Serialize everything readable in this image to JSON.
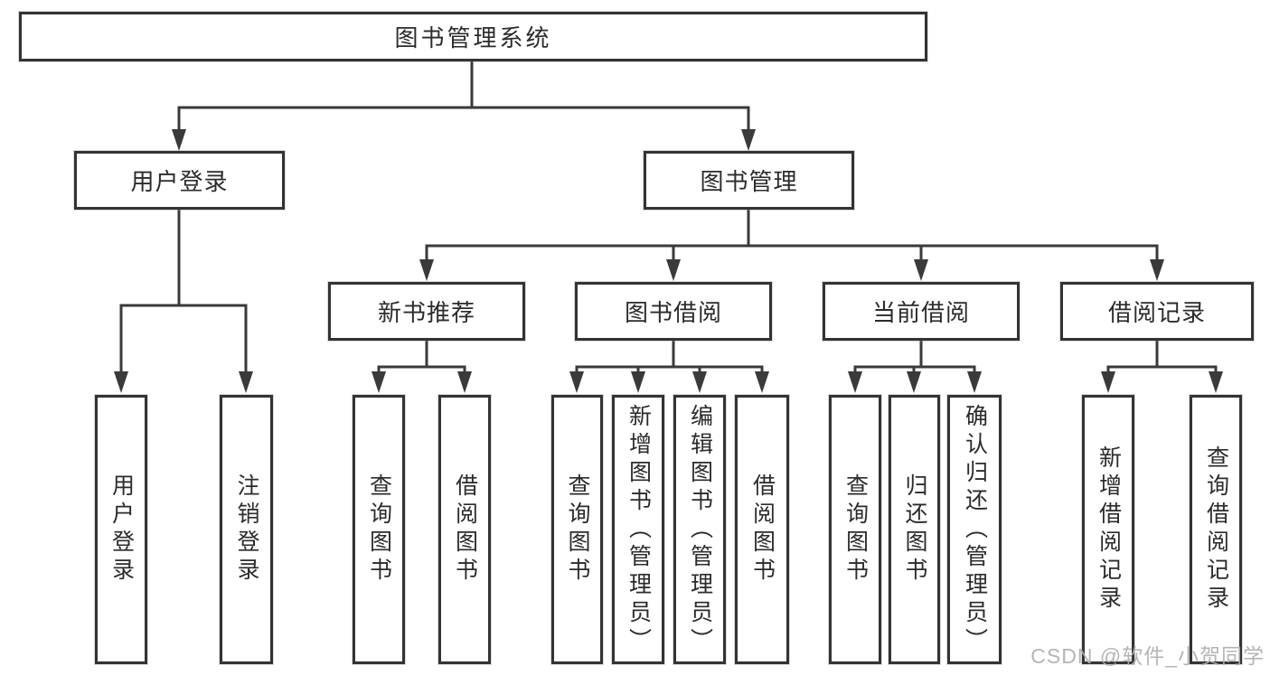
{
  "diagram": {
    "root": {
      "label": "图书管理系统"
    },
    "level2": [
      {
        "label": "用户登录"
      },
      {
        "label": "图书管理"
      }
    ],
    "level3": [
      {
        "label": "新书推荐"
      },
      {
        "label": "图书借阅"
      },
      {
        "label": "当前借阅"
      },
      {
        "label": "借阅记录"
      }
    ],
    "level4": {
      "user_login": [
        {
          "label": "用户登录"
        },
        {
          "label": "注销登录"
        }
      ],
      "new_books": [
        {
          "label": "查询图书"
        },
        {
          "label": "借阅图书"
        }
      ],
      "book_borrow": [
        {
          "label": "查询图书"
        },
        {
          "label": "新增图书（管理员）"
        },
        {
          "label": "编辑图书（管理员）"
        },
        {
          "label": "借阅图书"
        }
      ],
      "current_borrow": [
        {
          "label": "查询图书"
        },
        {
          "label": "归还图书"
        },
        {
          "label": "确认归还（管理员）"
        }
      ],
      "borrow_records": [
        {
          "label": "新增借阅记录"
        },
        {
          "label": "查询借阅记录"
        }
      ]
    }
  },
  "watermark": {
    "text": "CSDN @软件_小贺同学"
  },
  "colors": {
    "background": "#ffffff",
    "line": "#3a3a3a",
    "box_border": "#333333",
    "text": "#2b2b2b",
    "watermark": "#afafaf"
  }
}
